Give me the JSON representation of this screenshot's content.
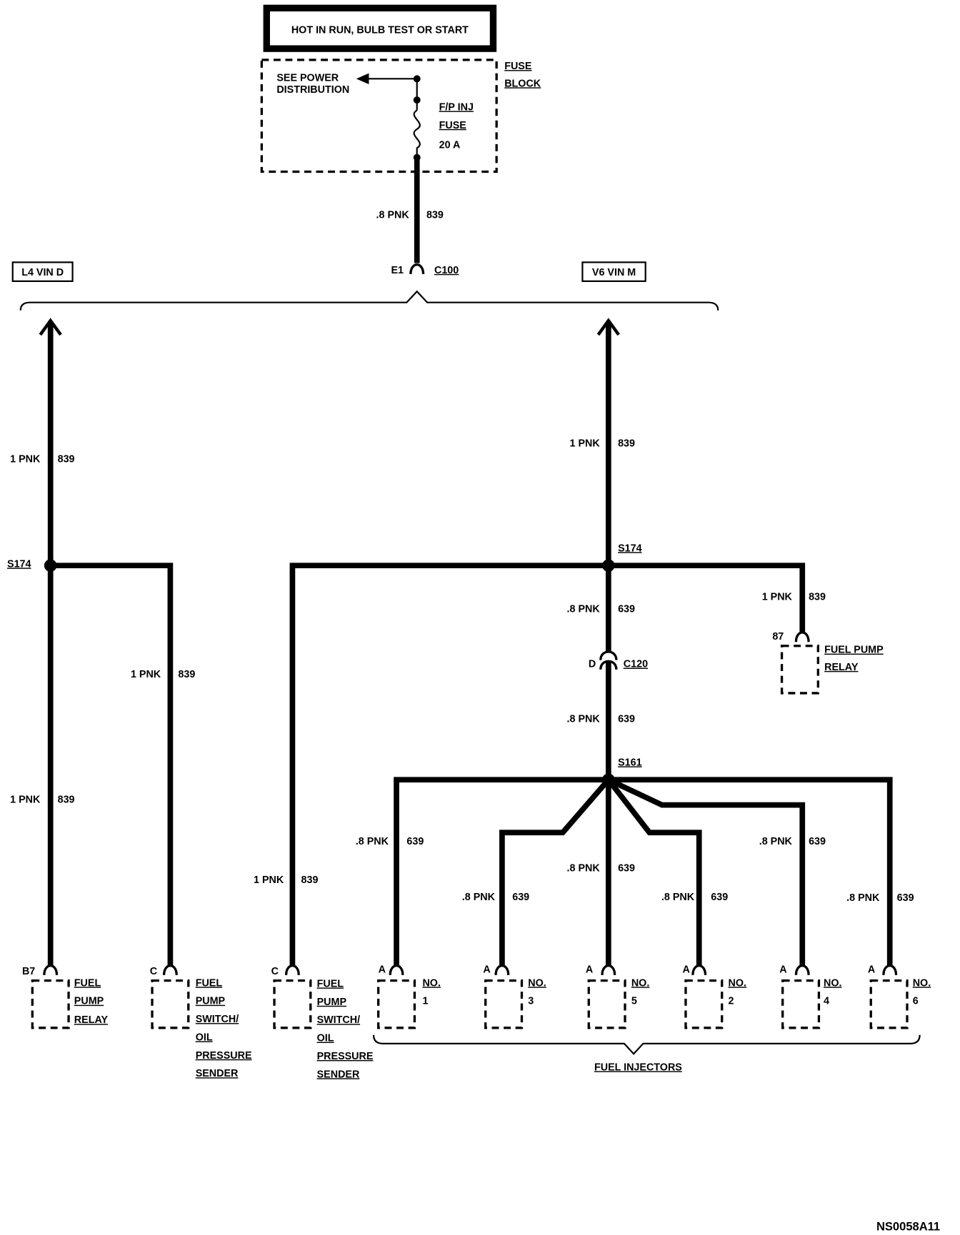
{
  "header": {
    "text": "HOT IN RUN, BULB TEST OR START"
  },
  "fuse_block": {
    "title_line1": "FUSE",
    "title_line2": "BLOCK",
    "see_power_line1": "SEE POWER",
    "see_power_line2": "DISTRIBUTION",
    "fuse_line1": "F/P INJ",
    "fuse_line2": "FUSE",
    "fuse_rating": "20 A"
  },
  "c100": {
    "pin": "E1",
    "name": "C100"
  },
  "variants": {
    "left": "L4 VIN D",
    "right": "V6 VIN M"
  },
  "splices": {
    "left": "S174",
    "right": "S174",
    "injectors": "S161"
  },
  "c120": {
    "pin": "D",
    "name": "C120"
  },
  "wire_labels": [
    {
      "size": ".8 PNK",
      "circuit": "839"
    },
    {
      "size": "1 PNK",
      "circuit": "839"
    },
    {
      "size": "1 PNK",
      "circuit": "839"
    },
    {
      "size": "1 PNK",
      "circuit": "839"
    },
    {
      "size": "1 PNK",
      "circuit": "839"
    },
    {
      "size": "1 PNK",
      "circuit": "839"
    },
    {
      "size": "1 PNK",
      "circuit": "839"
    },
    {
      "size": ".8 PNK",
      "circuit": "639"
    },
    {
      "size": ".8 PNK",
      "circuit": "639"
    },
    {
      "size": ".8 PNK",
      "circuit": "639"
    },
    {
      "size": ".8 PNK",
      "circuit": "639"
    },
    {
      "size": ".8 PNK",
      "circuit": "639"
    },
    {
      "size": ".8 PNK",
      "circuit": "639"
    },
    {
      "size": ".8 PNK",
      "circuit": "639"
    },
    {
      "size": ".8 PNK",
      "circuit": "639"
    }
  ],
  "components": {
    "left_relay": {
      "pin": "B7",
      "lines": [
        "FUEL",
        "PUMP",
        "RELAY"
      ]
    },
    "left_switch": {
      "pin": "C",
      "lines": [
        "FUEL",
        "PUMP",
        "SWITCH/",
        "OIL",
        "PRESSURE",
        "SENDER"
      ]
    },
    "right_switch": {
      "pin": "C",
      "lines": [
        "FUEL",
        "PUMP",
        "SWITCH/",
        "OIL",
        "PRESSURE",
        "SENDER"
      ]
    },
    "right_relay": {
      "pin": "87",
      "lines": [
        "FUEL PUMP",
        "RELAY"
      ]
    }
  },
  "injectors": {
    "group_label": "FUEL INJECTORS",
    "items": [
      {
        "pin": "A",
        "label": "NO.",
        "number": "1"
      },
      {
        "pin": "A",
        "label": "NO.",
        "number": "3"
      },
      {
        "pin": "A",
        "label": "NO.",
        "number": "5"
      },
      {
        "pin": "A",
        "label": "NO.",
        "number": "2"
      },
      {
        "pin": "A",
        "label": "NO.",
        "number": "4"
      },
      {
        "pin": "A",
        "label": "NO.",
        "number": "6"
      }
    ]
  },
  "diagram_id": "NS0058A11"
}
